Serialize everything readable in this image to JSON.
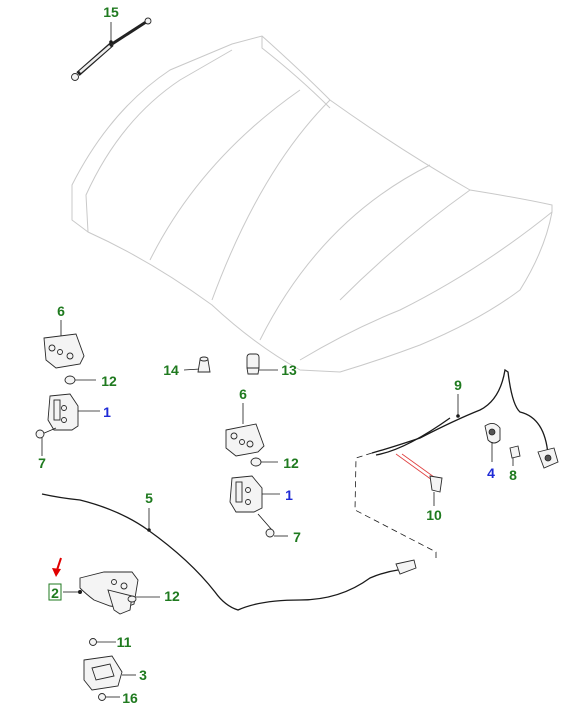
{
  "colors": {
    "label_green": "#1f7a1f",
    "label_blue": "#1e2ad6",
    "highlight_arrow": "#e00000",
    "red_leader": "#e04040",
    "hood_outline": "#c9c9c9"
  },
  "callouts": [
    {
      "id": "15",
      "text": "15",
      "color": "green"
    },
    {
      "id": "6a",
      "text": "6",
      "color": "green"
    },
    {
      "id": "12a",
      "text": "12",
      "color": "green"
    },
    {
      "id": "1a",
      "text": "1",
      "color": "blue"
    },
    {
      "id": "7a",
      "text": "7",
      "color": "green"
    },
    {
      "id": "14",
      "text": "14",
      "color": "green"
    },
    {
      "id": "13",
      "text": "13",
      "color": "green"
    },
    {
      "id": "6b",
      "text": "6",
      "color": "green"
    },
    {
      "id": "12b",
      "text": "12",
      "color": "green"
    },
    {
      "id": "1b",
      "text": "1",
      "color": "blue"
    },
    {
      "id": "7b",
      "text": "7",
      "color": "green"
    },
    {
      "id": "9",
      "text": "9",
      "color": "green"
    },
    {
      "id": "4",
      "text": "4",
      "color": "blue"
    },
    {
      "id": "8",
      "text": "8",
      "color": "green"
    },
    {
      "id": "10",
      "text": "10",
      "color": "green"
    },
    {
      "id": "5",
      "text": "5",
      "color": "green"
    },
    {
      "id": "2",
      "text": "2",
      "color": "green",
      "highlighted": true
    },
    {
      "id": "12c",
      "text": "12",
      "color": "green"
    },
    {
      "id": "11",
      "text": "11",
      "color": "green"
    },
    {
      "id": "3",
      "text": "3",
      "color": "green"
    },
    {
      "id": "16",
      "text": "16",
      "color": "green"
    }
  ]
}
